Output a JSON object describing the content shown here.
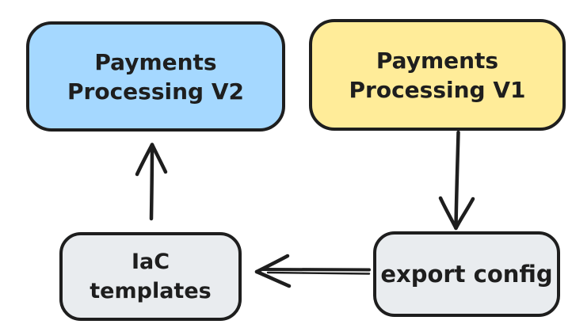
{
  "diagram": {
    "type": "flowchart",
    "background": "#ffffff",
    "stroke": "#1e1e1e",
    "nodes": [
      {
        "id": "payments-processing-v2",
        "lines": [
          "Payments",
          "Processing V2"
        ],
        "fill": "#a5d8ff"
      },
      {
        "id": "payments-processing-v1",
        "lines": [
          "Payments",
          "Processing V1"
        ],
        "fill": "#ffec99"
      },
      {
        "id": "iac-templates",
        "lines": [
          "IaC",
          "templates"
        ],
        "fill": "#e9ecef"
      },
      {
        "id": "export-config",
        "lines": [
          "export config"
        ],
        "fill": "#e9ecef"
      }
    ],
    "edges": [
      {
        "from": "payments-processing-v1",
        "to": "export-config",
        "direction": "down"
      },
      {
        "from": "export-config",
        "to": "iac-templates",
        "direction": "left"
      },
      {
        "from": "iac-templates",
        "to": "payments-processing-v2",
        "direction": "up"
      }
    ]
  }
}
